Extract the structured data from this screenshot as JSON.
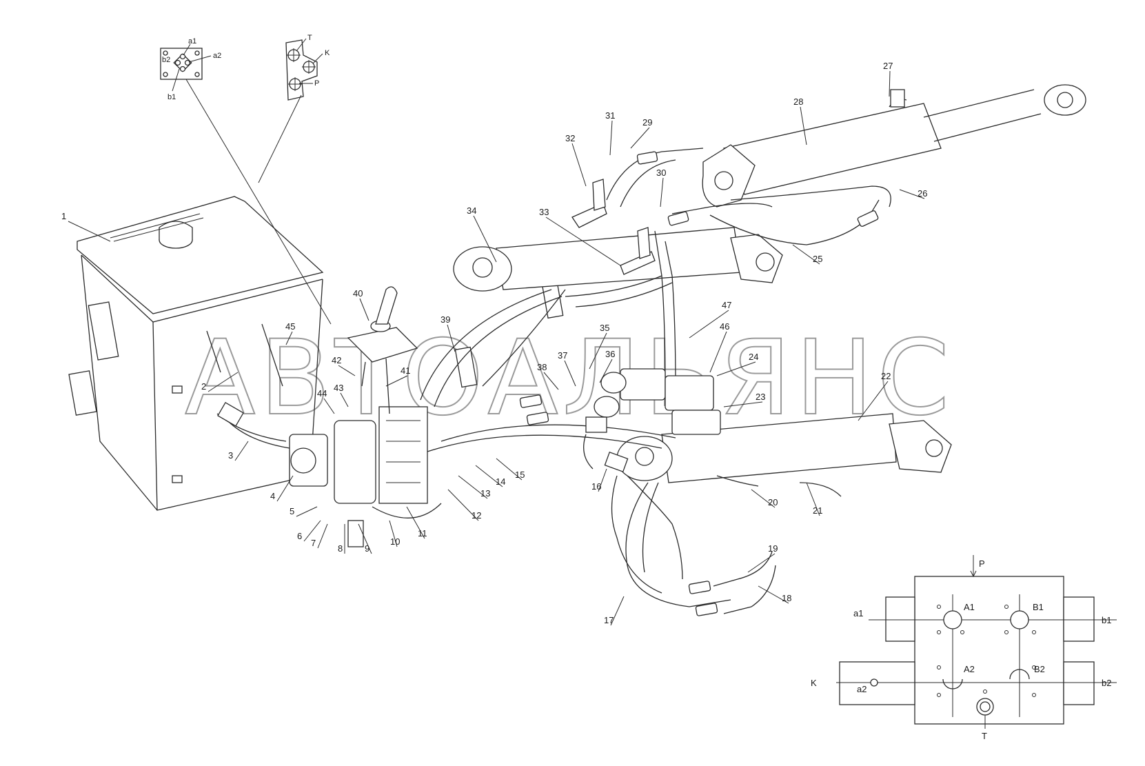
{
  "watermark": "АВТОАЛЬЯНС",
  "callouts": [
    "1",
    "2",
    "3",
    "4",
    "5",
    "6",
    "7",
    "8",
    "9",
    "10",
    "11",
    "12",
    "13",
    "14",
    "15",
    "16",
    "17",
    "18",
    "19",
    "20",
    "21",
    "22",
    "23",
    "24",
    "25",
    "26",
    "27",
    "28",
    "29",
    "30",
    "31",
    "32",
    "33",
    "34",
    "35",
    "36",
    "37",
    "38",
    "39",
    "40",
    "41",
    "42",
    "43",
    "44",
    "45",
    "46",
    "47"
  ],
  "port_plate": {
    "a1": "a1",
    "a2": "a2",
    "b1": "b1",
    "b2": "b2"
  },
  "bracket_ports": {
    "T": "T",
    "K": "K",
    "P": "P"
  },
  "valve_schematic": {
    "P": "P",
    "T": "T",
    "K": "K",
    "A1": "A1",
    "B1": "B1",
    "A2": "A2",
    "B2": "B2",
    "a1": "a1",
    "b1": "b1",
    "a2": "a2",
    "b2": "b2"
  }
}
